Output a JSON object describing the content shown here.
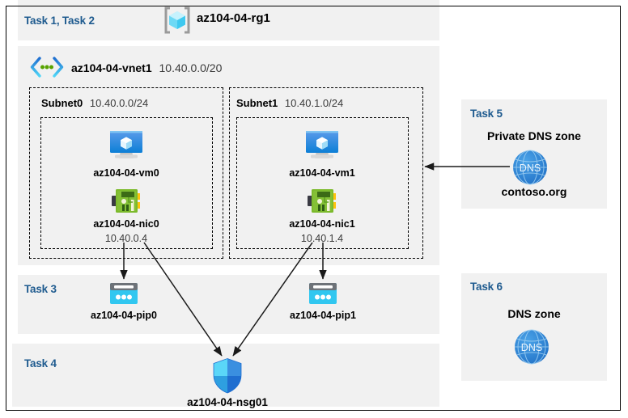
{
  "diagram": {
    "title": "Azure AZ-104 Lab 04 resource topology",
    "colors": {
      "panel_bg": "#f1f1f1",
      "task_label": "#1f5b8f",
      "azure_blue": "#0078d4",
      "cyan": "#32c5f4",
      "nic_green": "#7cba2c",
      "dns_blue": "#2b8fd8",
      "line": "#1a1a1a"
    }
  },
  "header": {
    "task_label": "Task 1, Task 2",
    "resource_group_icon": "resource-group-icon",
    "resource_group_name": "az104-04-rg1"
  },
  "vnet": {
    "icon": "virtual-network-icon",
    "name": "az104-04-vnet1",
    "address_space": "10.40.0.0/20",
    "subnets": [
      {
        "name": "Subnet0",
        "cidr": "10.40.0.0/24",
        "vm": {
          "icon": "virtual-machine-icon",
          "label": "az104-04-vm0"
        },
        "nic": {
          "icon": "network-interface-icon",
          "label": "az104-04-nic0",
          "ip": "10.40.0.4"
        }
      },
      {
        "name": "Subnet1",
        "cidr": "10.40.1.0/24",
        "vm": {
          "icon": "virtual-machine-icon",
          "label": "az104-04-vm1"
        },
        "nic": {
          "icon": "network-interface-icon",
          "label": "az104-04-nic1",
          "ip": "10.40.1.4"
        }
      }
    ]
  },
  "task3": {
    "task_label": "Task 3",
    "public_ips": [
      {
        "icon": "public-ip-address-icon",
        "label": "az104-04-pip0"
      },
      {
        "icon": "public-ip-address-icon",
        "label": "az104-04-pip1"
      }
    ]
  },
  "task4": {
    "task_label": "Task 4",
    "nsg": {
      "icon": "network-security-group-icon",
      "label": "az104-04-nsg01"
    }
  },
  "task5": {
    "task_label": "Task 5",
    "zone_title": "Private DNS zone",
    "icon": "dns-zone-icon",
    "icon_text": "DNS",
    "zone_name": "contoso.org"
  },
  "task6": {
    "task_label": "Task 6",
    "zone_title": "DNS zone",
    "icon": "dns-zone-icon",
    "icon_text": "DNS"
  },
  "connectors": [
    {
      "name": "nic0-to-pip0",
      "from": "az104-04-nic0",
      "to": "az104-04-pip0"
    },
    {
      "name": "nic1-to-pip1",
      "from": "az104-04-nic1",
      "to": "az104-04-pip1"
    },
    {
      "name": "nic0-to-nsg01",
      "from": "az104-04-nic0",
      "to": "az104-04-nsg01"
    },
    {
      "name": "nic1-to-nsg01",
      "from": "az104-04-nic1",
      "to": "az104-04-nsg01"
    },
    {
      "name": "dns-zone-to-subnet1",
      "from": "contoso.org",
      "to": "Subnet1"
    }
  ]
}
